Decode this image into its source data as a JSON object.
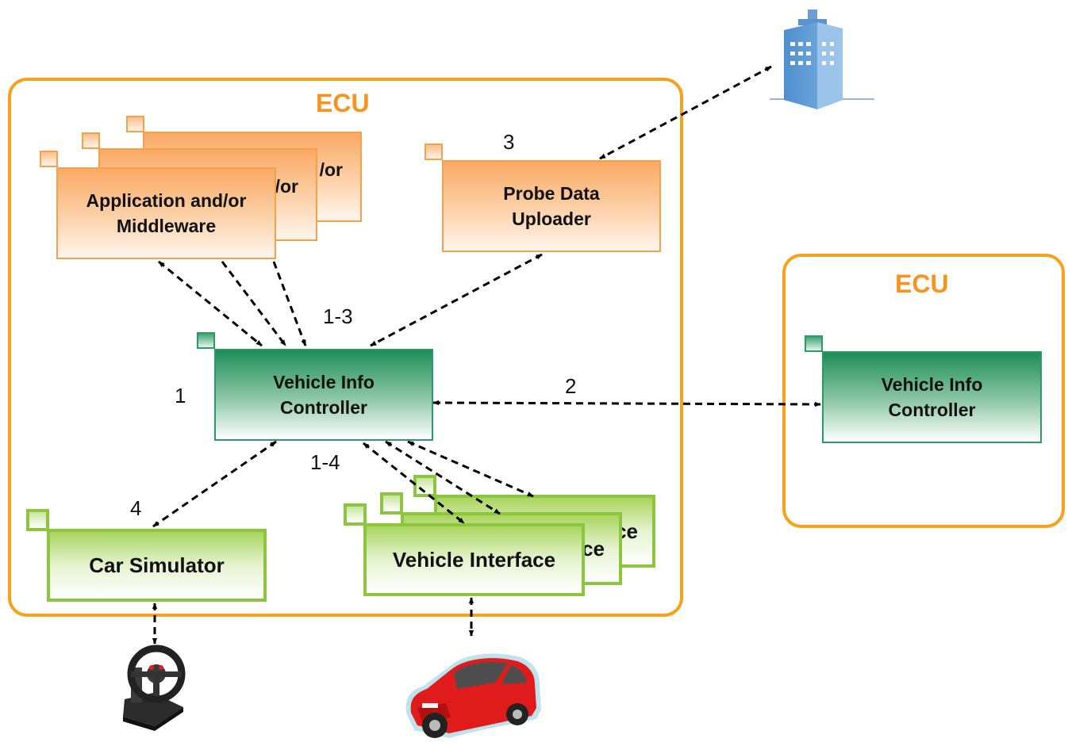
{
  "ecu_main": {
    "title": "ECU"
  },
  "ecu_remote": {
    "title": "ECU"
  },
  "app_stack": {
    "back_text": "/or",
    "middle_text": "/or",
    "front_line1": "Application and/or",
    "front_line2": "Middleware"
  },
  "probe": {
    "line1": "Probe Data",
    "line2": "Uploader"
  },
  "vic_main": {
    "line1": "Vehicle Info",
    "line2": "Controller"
  },
  "vic_remote": {
    "line1": "Vehicle Info",
    "line2": "Controller"
  },
  "car_sim": {
    "label": "Car Simulator"
  },
  "vehicle_if": {
    "back_text": "ce",
    "middle_text": "ce",
    "front_label": "Vehicle Interface"
  },
  "edge_labels": {
    "l1": "1",
    "l2": "2",
    "l3": "3",
    "l4": "4",
    "l13": "1-3",
    "l14": "1-4"
  },
  "colors": {
    "ecu_border": "#f7a21b",
    "ecu_text": "#f7941d",
    "orange_box": "#f9a964",
    "green_box": "#1f8d59",
    "lime_box": "#8cc63e",
    "arrow": "#000000"
  },
  "icons": [
    "building-icon",
    "steering-wheel-icon",
    "red-car-icon"
  ]
}
